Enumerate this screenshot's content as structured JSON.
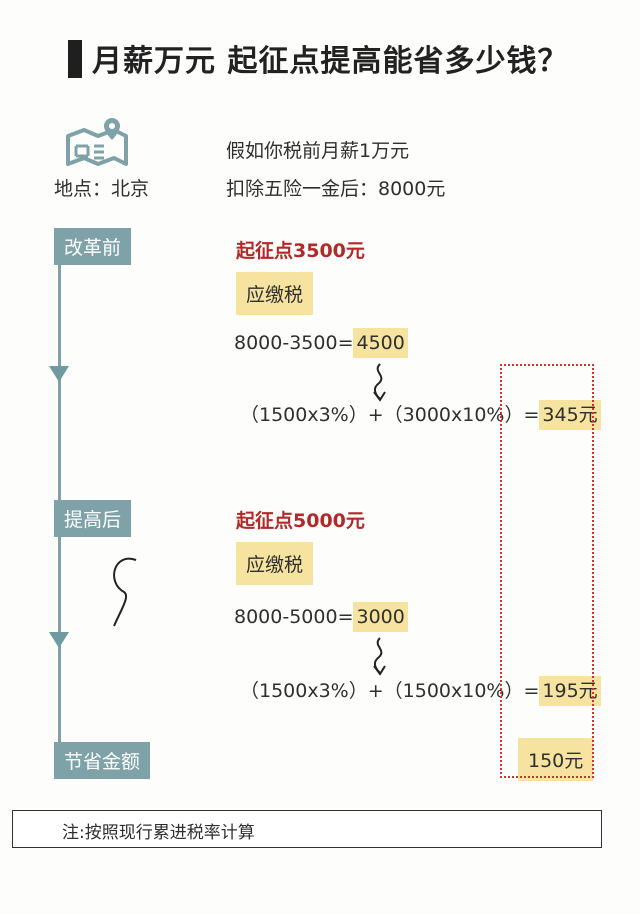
{
  "title": "月薪万元 起征点提高能省多少钱？",
  "location": "地点：北京",
  "intro": {
    "line1": "假如你税前月薪1万元",
    "line2": "扣除五险一金后：8000元"
  },
  "before": {
    "tag": "改革前",
    "threshold": "起征点3500元",
    "tax_label": "应缴税",
    "calc1_prefix": "8000-3500=",
    "calc1_result": "4500",
    "calc2_expr": "（1500x3%）+（3000x10%）=",
    "calc2_result": "345元"
  },
  "after": {
    "tag": "提高后",
    "threshold": "起征点5000元",
    "tax_label": "应缴税",
    "calc1_prefix": "8000-5000=",
    "calc1_result": "3000",
    "calc2_expr": "（1500x3%）+（1500x10%）=",
    "calc2_result": "195元"
  },
  "savings": {
    "tag": "节省金额",
    "amount": "150元"
  },
  "note": "注:按照现行累进税率计算",
  "icons": {
    "map": "map-pin-icon",
    "arrow": "down-arrow-icon",
    "squiggle": "squiggle-arrow-icon"
  },
  "colors": {
    "accent": "#7ea2a8",
    "highlight": "#f6e3a0",
    "threshold_text": "#b02a2a",
    "dotted_border": "#cc3333"
  }
}
